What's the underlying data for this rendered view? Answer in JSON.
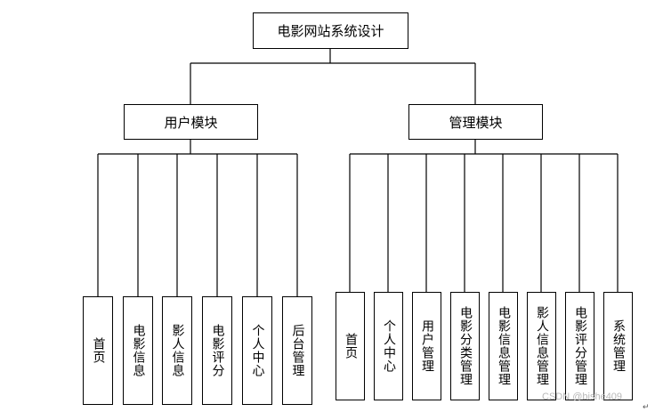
{
  "root": {
    "label": "电影网站系统设计"
  },
  "modules": [
    {
      "label": "用户模块",
      "items": [
        "首页",
        "电影信息",
        "影人信息",
        "电影评分",
        "个人中心",
        "后台管理"
      ]
    },
    {
      "label": "管理模块",
      "items": [
        "首页",
        "个人中心",
        "用户管理",
        "电影分类管理",
        "电影信息管理",
        "影人信息管理",
        "电影评分管理",
        "系统管理"
      ]
    }
  ],
  "watermark": "CSDN @bishe409",
  "para_mark": "↵"
}
